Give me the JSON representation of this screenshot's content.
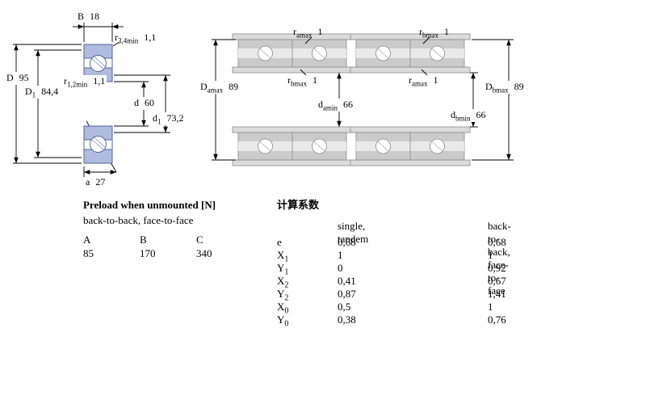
{
  "colors": {
    "bearing_fill": "#afbcdf",
    "bearing_outline": "#55659b",
    "ball_hatch_blue": "#7f8fc0",
    "steel_fill": "#cbcbcb",
    "band_fill": "#dcdcdc",
    "steel_outline": "#8a8a8a",
    "dimension_line": "#000000"
  },
  "figures": {
    "single": {
      "B": {
        "sym": "B",
        "val": "18"
      },
      "r34": {
        "sym": "r",
        "sub": "3,4min",
        "val": "1,1"
      },
      "D": {
        "sym": "D",
        "val": "95"
      },
      "D1": {
        "sym": "D",
        "sub": "1",
        "val": "84,4"
      },
      "r12": {
        "sym": "r",
        "sub": "1,2min",
        "val": "1,1"
      },
      "d": {
        "sym": "d",
        "val": "60"
      },
      "d1": {
        "sym": "d",
        "sub": "1",
        "val": "73,2"
      },
      "a": {
        "sym": "a",
        "val": "27"
      }
    },
    "back_to_back": {
      "ra": {
        "sym": "r",
        "sub": "amax",
        "val": "1"
      },
      "Da": {
        "sym": "D",
        "sub": "amax",
        "val": "89"
      },
      "rb": {
        "sym": "r",
        "sub": "bmax",
        "val": "1"
      },
      "da": {
        "sym": "d",
        "sub": "amin",
        "val": "66"
      }
    },
    "face_to_face": {
      "rb": {
        "sym": "r",
        "sub": "bmax",
        "val": "1"
      },
      "ra": {
        "sym": "r",
        "sub": "amax",
        "val": "1"
      },
      "Db": {
        "sym": "D",
        "sub": "bmax",
        "val": "89"
      },
      "db": {
        "sym": "d",
        "sub": "bmin",
        "val": "66"
      }
    }
  },
  "preload": {
    "title": "Preload when unmounted [N]",
    "subtitle": "back-to-back, face-to-face",
    "columns": [
      "A",
      "B",
      "C"
    ],
    "values": [
      "85",
      "170",
      "340"
    ]
  },
  "factors": {
    "title": "计算系数",
    "col1": "single, tandem",
    "col2": "back-to-back, face-to-face",
    "rows": [
      {
        "sym": "e",
        "v1": "0,68",
        "v2": "0,68"
      },
      {
        "sym": "X",
        "sub": "1",
        "v1": "1",
        "v2": "1"
      },
      {
        "sym": "Y",
        "sub": "1",
        "v1": "0",
        "v2": "0,92"
      },
      {
        "sym": "X",
        "sub": "2",
        "v1": "0,41",
        "v2": "0,67"
      },
      {
        "sym": "Y",
        "sub": "2",
        "v1": "0,87",
        "v2": "1,41"
      },
      {
        "sym": "X",
        "sub": "0",
        "v1": "0,5",
        "v2": "1"
      },
      {
        "sym": "Y",
        "sub": "0",
        "v1": "0,38",
        "v2": "0,76"
      }
    ]
  }
}
